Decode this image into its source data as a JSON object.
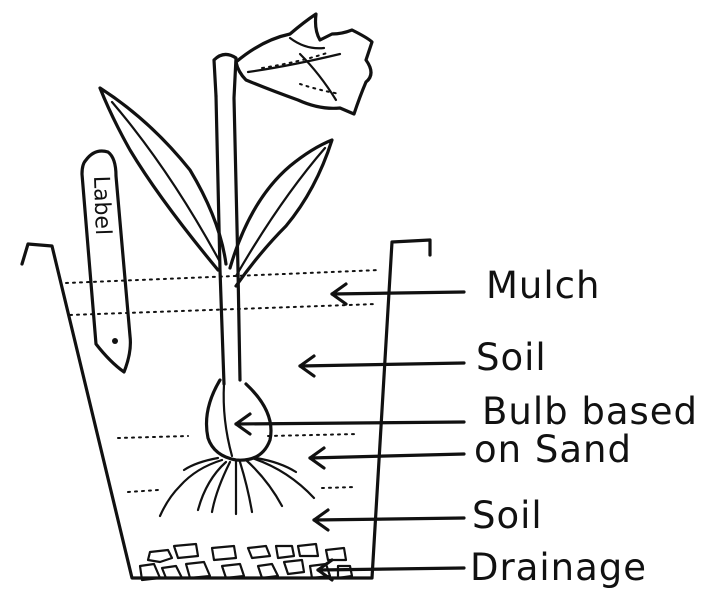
{
  "diagram": {
    "plant_label_tag": "Label",
    "callouts": [
      {
        "id": "mulch",
        "lines": [
          "Mulch"
        ]
      },
      {
        "id": "soil-top",
        "lines": [
          "Soil"
        ]
      },
      {
        "id": "bulb",
        "lines": [
          "Bulb based",
          "on Sand"
        ]
      },
      {
        "id": "soil-bottom",
        "lines": [
          "Soil"
        ]
      },
      {
        "id": "drainage",
        "lines": [
          "Drainage"
        ]
      }
    ]
  }
}
